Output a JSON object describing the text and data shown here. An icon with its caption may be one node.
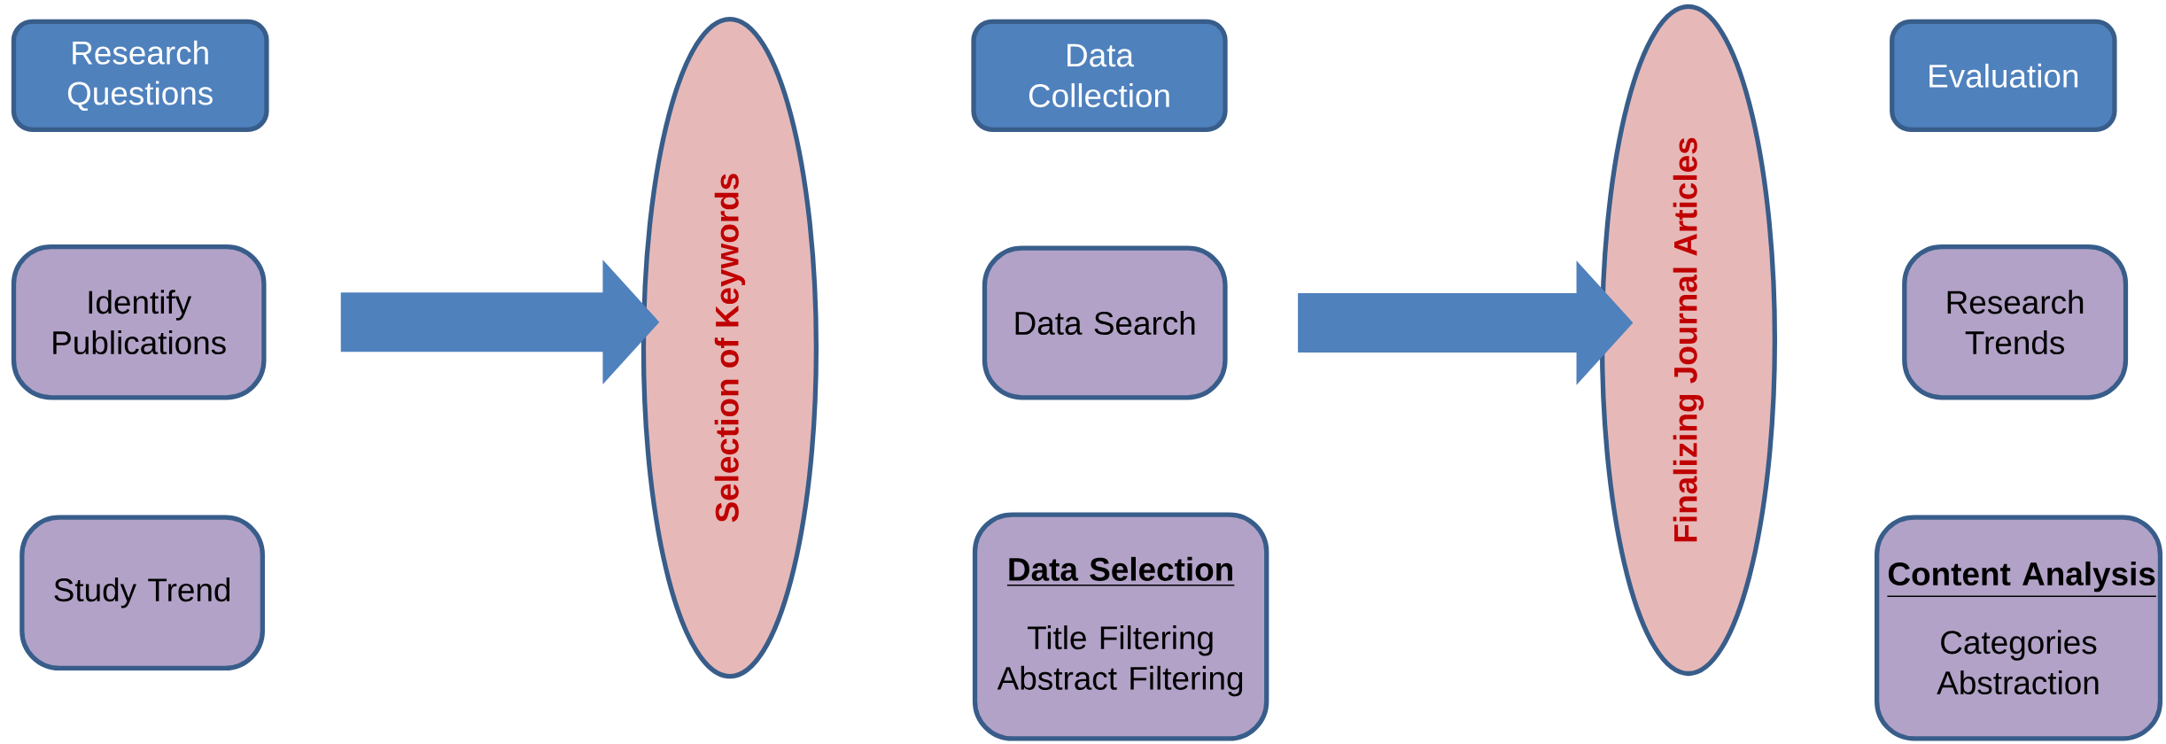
{
  "diagram": {
    "nodes": [
      {
        "text": [
          "Research Questions"
        ]
      },
      {
        "text": [
          "Identify Publications"
        ]
      },
      {
        "text": [
          "Study Trend"
        ]
      },
      {
        "text": [
          "Selection of Keywords"
        ]
      },
      {
        "text": [
          "Data Collection"
        ]
      },
      {
        "text": [
          "Data Search"
        ]
      },
      {
        "text": [
          "Data Selection",
          "Title Filtering",
          "Abstract Filtering"
        ]
      },
      {
        "text": [
          "Finalizing Journal Articles"
        ]
      },
      {
        "text": [
          "Evaluation"
        ]
      },
      {
        "text": [
          "Research Trends"
        ]
      },
      {
        "text": [
          "Content Analysis",
          "Categories",
          "Abstraction"
        ]
      }
    ],
    "edges": [
      {
        "from": 1,
        "to": 3,
        "arrow": "to"
      },
      {
        "from": 5,
        "to": 7,
        "arrow": "to"
      }
    ]
  }
}
